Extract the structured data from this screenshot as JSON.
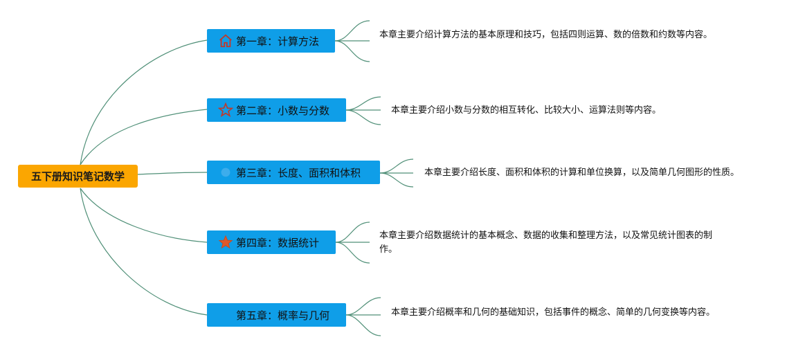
{
  "root": {
    "label": "五下册知识笔记数学"
  },
  "chapters": [
    {
      "title": "第一章：计算方法",
      "icon": "home-icon",
      "description": "本章主要介绍计算方法的基本原理和技巧，包括四则运算、数的倍数和约数等内容。"
    },
    {
      "title": "第二章：小数与分数",
      "icon": "star-outline-icon",
      "description": "本章主要介绍小数与分数的相互转化、比较大小、运算法则等内容。"
    },
    {
      "title": "第三章：长度、面积和体积",
      "icon": "faded-bubble-icon",
      "description": "本章主要介绍长度、面积和体积的计算和单位换算，以及简单几何图形的性质。"
    },
    {
      "title": "第四章：数据统计",
      "icon": "star-filled-icon",
      "description": "本章主要介绍数据统计的基本概念、数据的收集和整理方法，以及常见统计图表的制作。"
    },
    {
      "title": "第五章：概率与几何",
      "icon": "",
      "description": "本章主要介绍概率和几何的基础知识，包括事件的概念、简单的几何变换等内容。"
    }
  ],
  "colors": {
    "root_bg": "#fba601",
    "chapter_bg": "#0f9ee8",
    "connector": "#4f8f77",
    "home_icon": "#c0392b",
    "star_outline": "#c0392b",
    "star_filled": "#e0592a"
  }
}
